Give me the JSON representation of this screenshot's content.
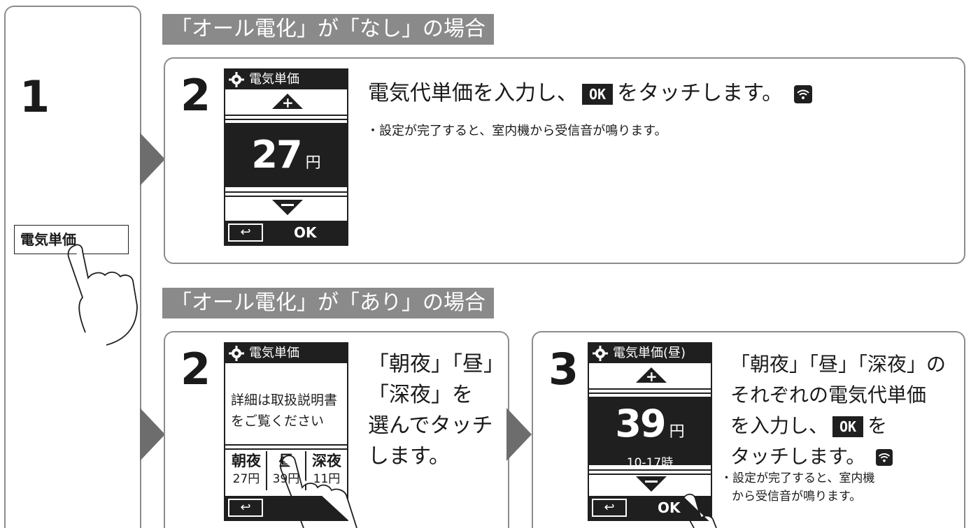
{
  "step1": {
    "number": "1",
    "button_label": "電気単価"
  },
  "section_none": {
    "banner": "「オール電化」が「なし」の場合",
    "step_number": "2",
    "screen": {
      "title": "電気単価",
      "value": "27",
      "unit": "円",
      "back_glyph": "↩",
      "ok": "OK"
    },
    "heading_before": "電気代単価を入力し、",
    "ok_chip": "OK",
    "heading_after": "をタッチします。",
    "note": "・設定が完了すると、室内機から受信音が鳴ります。"
  },
  "section_all": {
    "banner": "「オール電化」が「あり」の場合",
    "step2": {
      "number": "2",
      "screen": {
        "title": "電気単価",
        "detail_line1": "詳細は取扱説明書",
        "detail_line2": "をご覧ください",
        "options": [
          {
            "label": "朝夜",
            "price": "27円"
          },
          {
            "label": "昼",
            "price": "39円"
          },
          {
            "label": "深夜",
            "price": "11円"
          }
        ],
        "back_glyph": "↩"
      },
      "text_lines": [
        "「朝夜」「昼」",
        "「深夜」を",
        "選んでタッチ",
        "します。"
      ]
    },
    "step3": {
      "number": "3",
      "screen": {
        "title": "電気単価(昼)",
        "value": "39",
        "unit": "円",
        "time": "10-17時",
        "back_glyph": "↩",
        "ok": "OK"
      },
      "line1": "「朝夜」「昼」「深夜」の",
      "line2": "それぞれの電気代単価",
      "line3_before": "を入力し、",
      "ok_chip": "OK",
      "line3_after": "を",
      "line4": "タッチします。",
      "note_line1": "・設定が完了すると、室内機",
      "note_line2": "から受信音が鳴ります。"
    }
  },
  "colors": {
    "banner_bg": "#8a8a8a",
    "border": "#8c8c8c",
    "arrow": "#6d6d6d",
    "screen_dark": "#1f1f1f"
  },
  "icons": {
    "settings": "gear-icon",
    "sound": "wifi-sound-icon",
    "hand": "hand-pointer-icon"
  }
}
